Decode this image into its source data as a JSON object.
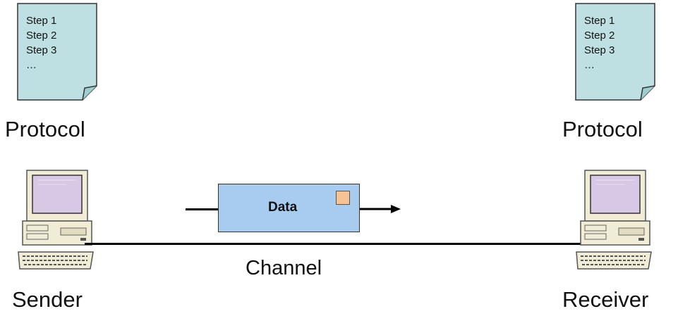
{
  "left": {
    "document": {
      "steps": [
        "Step 1",
        "Step 2",
        "Step 3",
        "…"
      ]
    },
    "protocol_label": "Protocol",
    "node_label": "Sender"
  },
  "right": {
    "document": {
      "steps": [
        "Step 1",
        "Step 2",
        "Step 3",
        "…"
      ]
    },
    "protocol_label": "Protocol",
    "node_label": "Receiver"
  },
  "packet": {
    "label": "Data"
  },
  "channel_label": "Channel",
  "colors": {
    "document_fill": "#bfe0e2",
    "packet_fill": "#a8ccf0",
    "packet_flag": "#f7c393",
    "monitor_screen": "#d8c8e6",
    "computer_body": "#f1ecd6"
  }
}
